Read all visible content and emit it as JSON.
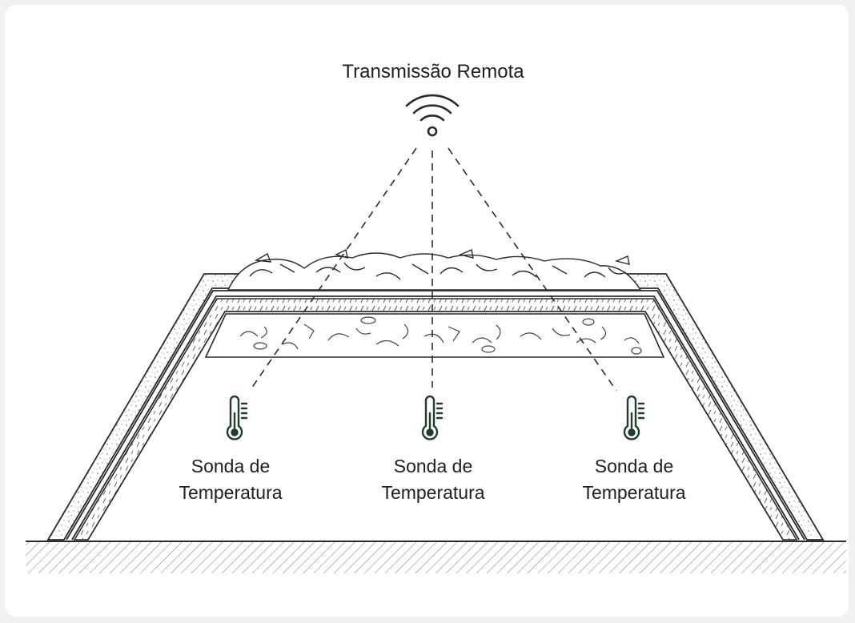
{
  "title": "Transmissão Remota",
  "probes": [
    {
      "line1": "Sonda de",
      "line2": "Temperatura"
    },
    {
      "line1": "Sonda de",
      "line2": "Temperatura"
    },
    {
      "line1": "Sonda de",
      "line2": "Temperatura"
    }
  ],
  "icons": {
    "transmitter": "wifi-signal-icon",
    "probe": "thermometer-icon"
  },
  "colors": {
    "outline": "#2b2b2b",
    "probe_icon": "#1f3d2b",
    "background": "#ffffff"
  }
}
